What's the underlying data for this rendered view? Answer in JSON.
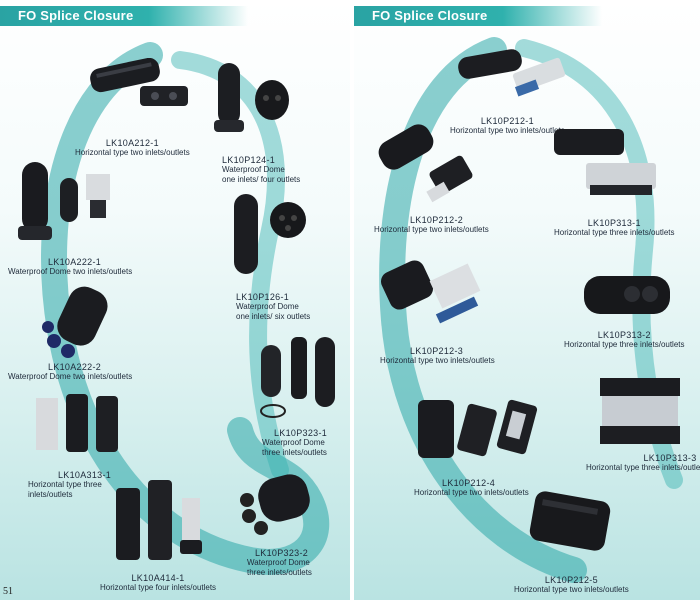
{
  "left_panel": {
    "header": "FO Splice Closure",
    "page_number": "51",
    "products": [
      {
        "code": "LK10A212-1",
        "desc": "Horizontal type two inlets/outlets"
      },
      {
        "code": "LK10P124-1",
        "desc": "Waterproof Dome",
        "desc2": "one inlets/ four outlets"
      },
      {
        "code": "LK10A222-1",
        "desc": "Waterproof Dome two inlets/outlets"
      },
      {
        "code": "LK10P126-1",
        "desc": "Waterproof Dome",
        "desc2": "one inlets/ six outlets"
      },
      {
        "code": "LK10A222-2",
        "desc": "Waterproof Dome two inlets/outlets"
      },
      {
        "code": "LK10P323-1",
        "desc": "Waterproof Dome",
        "desc2": "three inlets/outlets"
      },
      {
        "code": "LK10A313-1",
        "desc": "Horizontal type three",
        "desc2": "inlets/outlets"
      },
      {
        "code": "LK10P323-2",
        "desc": "Waterproof Dome",
        "desc2": "three inlets/outlets"
      },
      {
        "code": "LK10A414-1",
        "desc": "Horizontal type four inlets/outlets"
      }
    ]
  },
  "right_panel": {
    "header": "FO Splice Closure",
    "products": [
      {
        "code": "LK10P212-1",
        "desc": "Horizontal type two inlets/outlets"
      },
      {
        "code": "LK10P212-2",
        "desc": "Horizontal type two inlets/outlets"
      },
      {
        "code": "LK10P313-1",
        "desc": "Horizontal type three inlets/outlets"
      },
      {
        "code": "LK10P212-3",
        "desc": "Horizontal type two inlets/outlets"
      },
      {
        "code": "LK10P313-2",
        "desc": "Horizontal type three inlets/outlets"
      },
      {
        "code": "LK10P313-3",
        "desc": "Horizontal type three inlets/outlets"
      },
      {
        "code": "LK10P212-4",
        "desc": "Horizontal type two inlets/outlets"
      },
      {
        "code": "LK10P212-5",
        "desc": "Horizontal type two inlets/outlets"
      }
    ]
  }
}
